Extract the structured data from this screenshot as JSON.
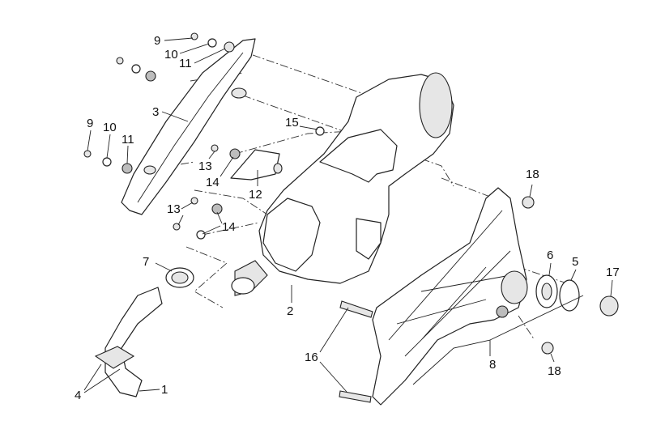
{
  "diagram": {
    "title": "Exhaust unit exploded view",
    "callouts": {
      "c9a": "9",
      "c10a": "10",
      "c11a": "11",
      "c3": "3",
      "c9b": "9",
      "c10b": "10",
      "c11b": "11",
      "c15": "15",
      "c13a": "13",
      "c14a": "14",
      "c12": "12",
      "c13b": "13",
      "c14b": "14",
      "c18a": "18",
      "c7": "7",
      "c6": "6",
      "c5": "5",
      "c17": "17",
      "c2": "2",
      "c16": "16",
      "c8": "8",
      "c18b": "18",
      "c4": "4",
      "c1": "1"
    }
  }
}
